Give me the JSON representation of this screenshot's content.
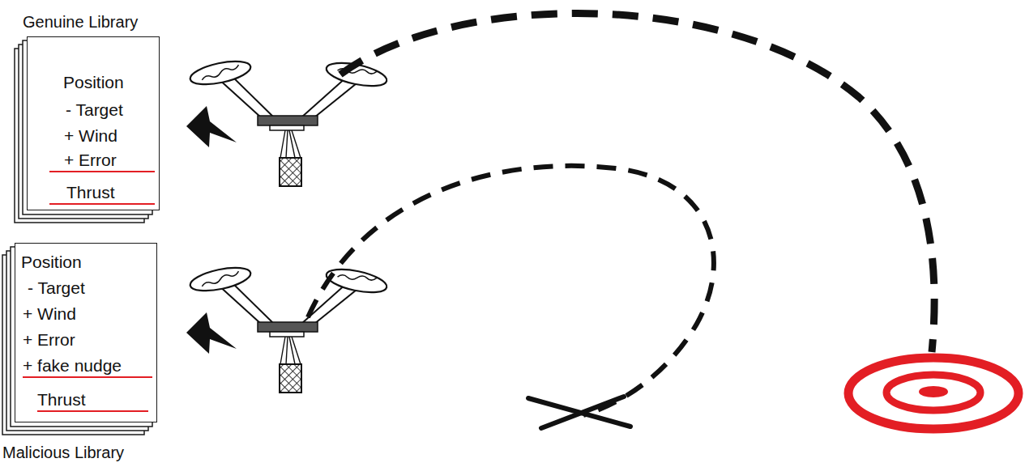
{
  "diagram": {
    "nodes": [
      {
        "text": [
          "Genuine Library",
          "Position",
          "- Target",
          "+ Wind",
          "+ Error",
          "Thrust"
        ]
      },
      {
        "text": [
          "Position",
          "- Target",
          "+ Wind",
          "+ Error",
          "+ fake nudge",
          "Thrust",
          "Malicious Library"
        ]
      }
    ]
  }
}
